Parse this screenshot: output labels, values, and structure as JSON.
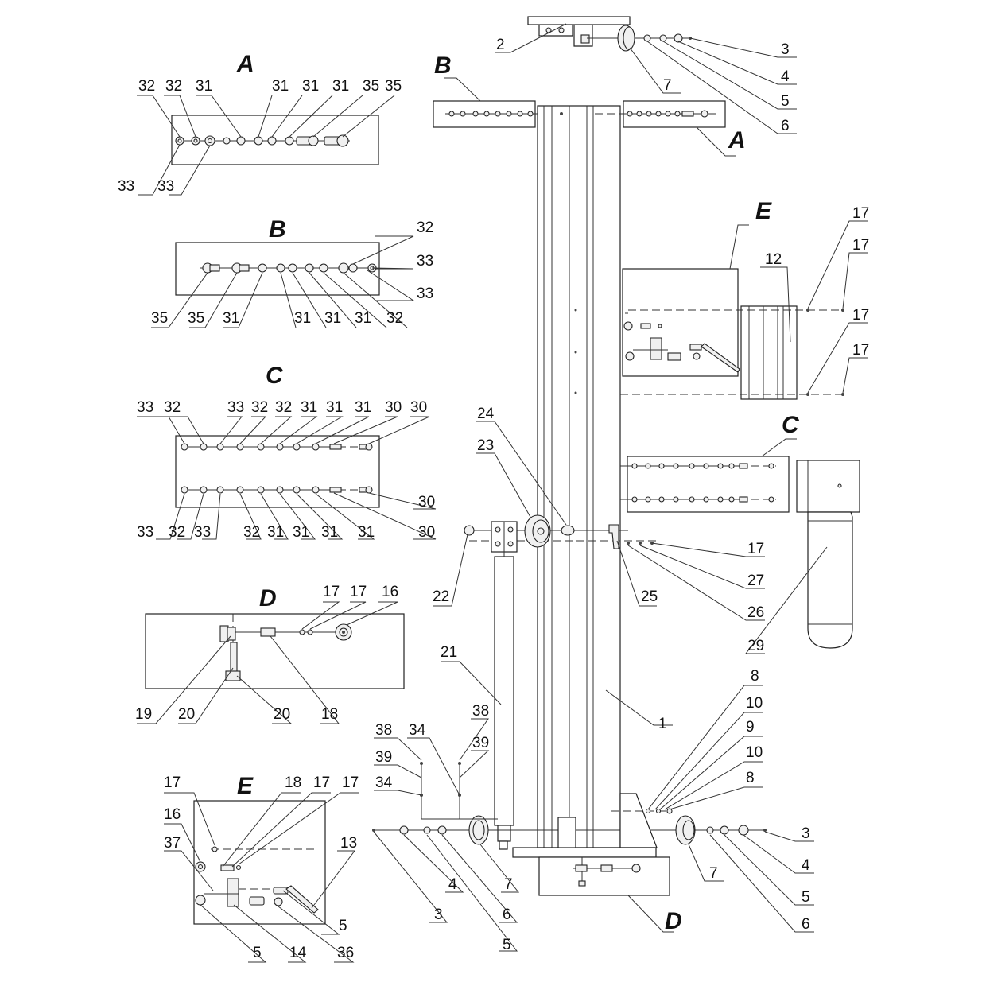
{
  "detail_letters": {
    "A": "A",
    "B": "B",
    "C": "C",
    "D": "D",
    "E": "E"
  },
  "num": {
    "n1": "1",
    "n2": "2",
    "n3": "3",
    "n4": "4",
    "n5": "5",
    "n6": "6",
    "n7": "7",
    "n8": "8",
    "n9": "9",
    "n10": "10",
    "n12": "12",
    "n13": "13",
    "n14": "14",
    "n16": "16",
    "n17": "17",
    "n18": "18",
    "n19": "19",
    "n20": "20",
    "n21": "21",
    "n22": "22",
    "n23": "23",
    "n24": "24",
    "n25": "25",
    "n26": "26",
    "n27": "27",
    "n29": "29",
    "n30": "30",
    "n31": "31",
    "n32": "32",
    "n33": "33",
    "n34": "34",
    "n35": "35",
    "n36": "36",
    "n37": "37",
    "n38": "38",
    "n39": "39"
  },
  "colors": {
    "line": "#222222",
    "background": "#ffffff"
  }
}
